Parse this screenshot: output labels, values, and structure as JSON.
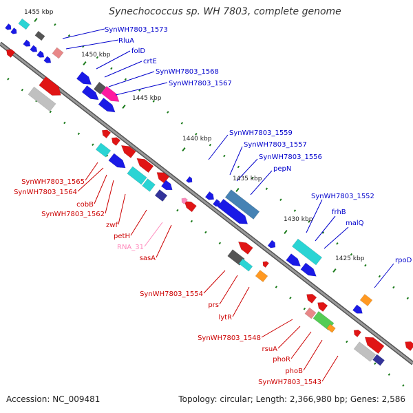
{
  "title": "Synechococcus sp. WH 7803, complete genome",
  "accession": "Accession: NC_009481",
  "summary": "Topology: circular; Length: 2,366,980 bp; Genes: 2,586",
  "colors": {
    "backbone": "#7f7f7f",
    "forward_label": "#0000cc",
    "reverse_label": "#cc0000",
    "rna_label": "#ff88bb",
    "tick": "#1a7a1a"
  },
  "scale_labels": [
    "1455 kbp",
    "1450 kbp",
    "1445 kbp",
    "1440 kbp",
    "1435 kbp",
    "1430 kbp",
    "1425 kbp"
  ],
  "forward_labels": [
    "SynWH7803_1573",
    "RluA",
    "folD",
    "crtE",
    "SynWH7803_1568",
    "SynWH7803_1567",
    "SynWH7803_1559",
    "SynWH7803_1557",
    "SynWH7803_1556",
    "pepN",
    "SynWH7803_1552",
    "frhB",
    "malQ",
    "rpoD"
  ],
  "reverse_labels": [
    "SynWH7803_1565",
    "SynWH7803_1564",
    "cobB",
    "SynWH7803_1562",
    "zwf",
    "petH",
    "sasA",
    "SynWH7803_1554",
    "prs",
    "lytR",
    "SynWH7803_1548",
    "rsuA",
    "phoR",
    "phoB",
    "SynWH7803_1543"
  ],
  "rna_labels": [
    "RNA_31"
  ]
}
